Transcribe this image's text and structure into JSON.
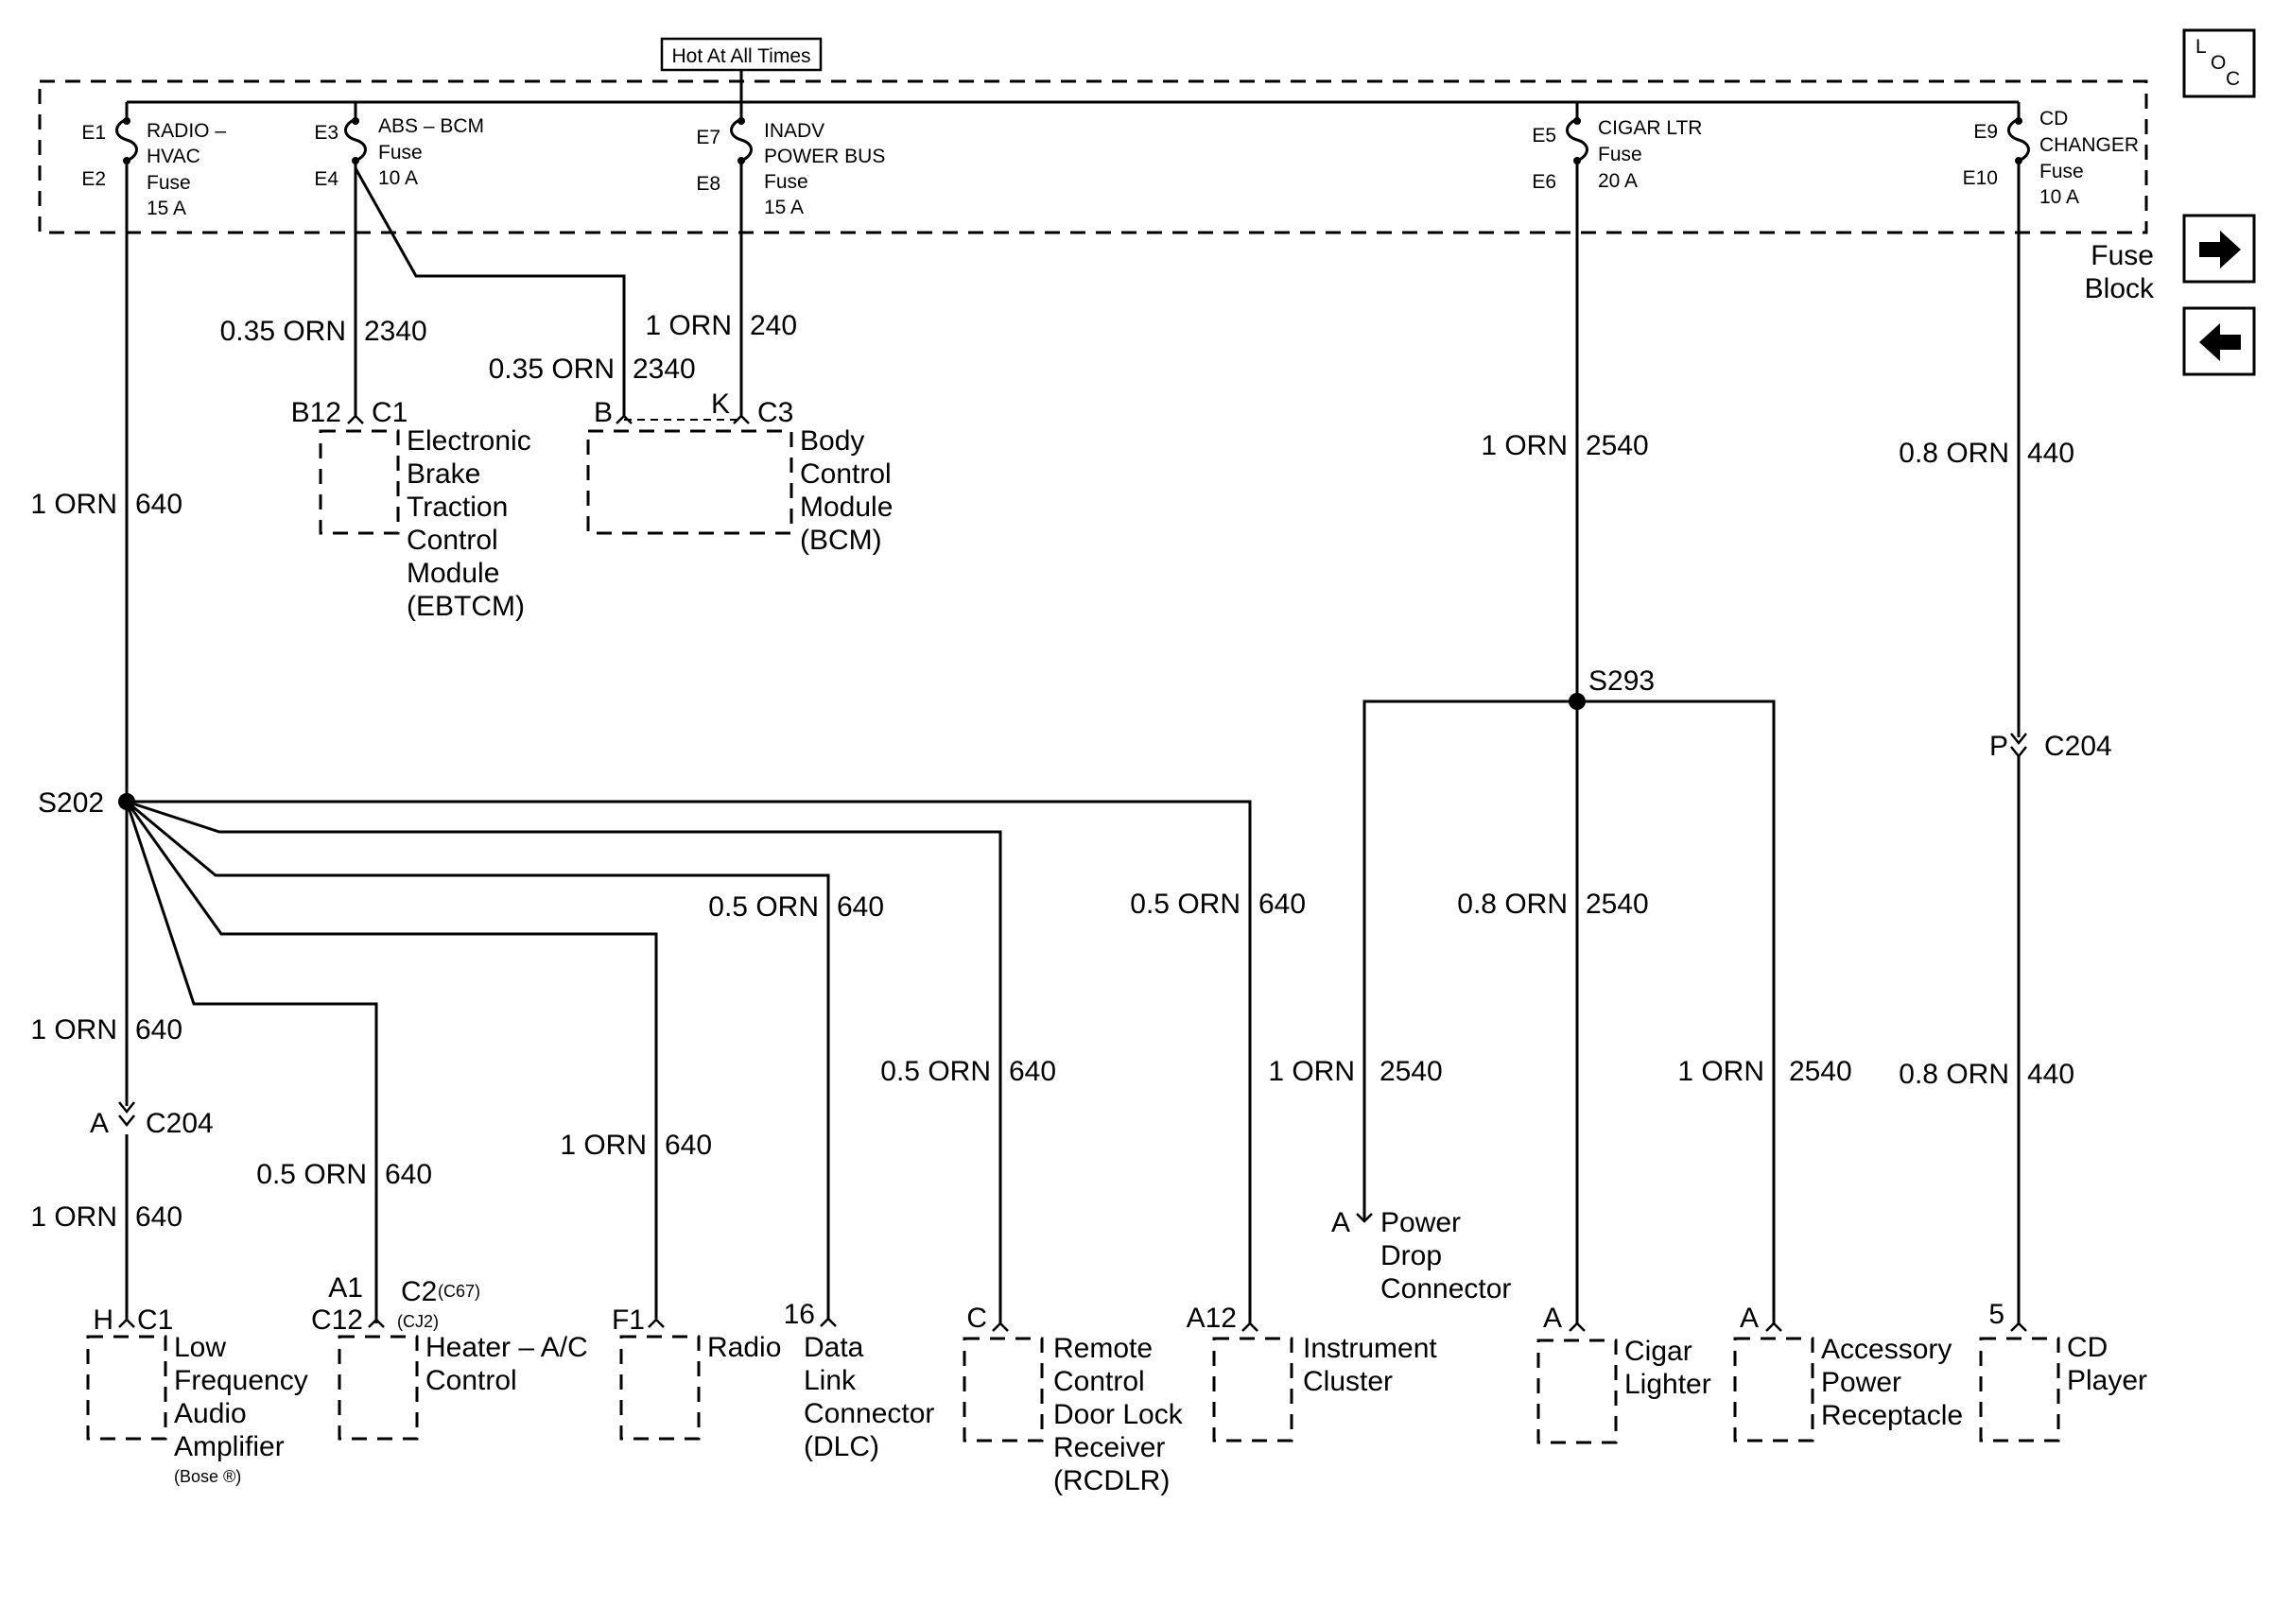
{
  "header": {
    "hot_label": "Hot At All Times"
  },
  "fuse_block": {
    "title_line1": "Fuse",
    "title_line2": "Block",
    "fuses": [
      {
        "in_pin": "E1",
        "out_pin": "E2",
        "name1": "RADIO –",
        "name2": "HVAC",
        "name3": "Fuse",
        "rating": "15 A"
      },
      {
        "in_pin": "E3",
        "out_pin": "E4",
        "name1": "ABS – BCM",
        "name2": "Fuse",
        "rating": "10 A"
      },
      {
        "in_pin": "E7",
        "out_pin": "E8",
        "name1": "INADV",
        "name2": "POWER BUS",
        "name3": "Fuse",
        "rating": "15 A"
      },
      {
        "in_pin": "E5",
        "out_pin": "E6",
        "name1": "CIGAR LTR",
        "name2": "Fuse",
        "rating": "20 A"
      },
      {
        "in_pin": "E9",
        "out_pin": "E10",
        "name1": "CD",
        "name2": "CHANGER",
        "name3": "Fuse",
        "rating": "10 A"
      }
    ]
  },
  "nav": {
    "loc_l": "L",
    "loc_o": "O",
    "loc_c": "C",
    "next_icon": "arrow-right",
    "prev_icon": "arrow-left"
  },
  "wires": {
    "w640_top": {
      "gauge": "1 ORN",
      "circuit": "640"
    },
    "w2340_a": {
      "gauge": "0.35 ORN",
      "circuit": "2340"
    },
    "w2340_b": {
      "gauge": "0.35 ORN",
      "circuit": "2340"
    },
    "w240": {
      "gauge": "1 ORN",
      "circuit": "240"
    },
    "w2540_top": {
      "gauge": "1 ORN",
      "circuit": "2540"
    },
    "w440_top": {
      "gauge": "0.8 ORN",
      "circuit": "440"
    },
    "w640_dlc": {
      "gauge": "0.5 ORN",
      "circuit": "640"
    },
    "w640_ic": {
      "gauge": "0.5 ORN",
      "circuit": "640"
    },
    "w2540_cig": {
      "gauge": "0.8 ORN",
      "circuit": "2540"
    },
    "w640_amp1": {
      "gauge": "1 ORN",
      "circuit": "640"
    },
    "w640_amp2": {
      "gauge": "1 ORN",
      "circuit": "640"
    },
    "w640_rcdlr": {
      "gauge": "0.5 ORN",
      "circuit": "640"
    },
    "w2540_pd": {
      "gauge": "1 ORN",
      "circuit": "2540"
    },
    "w2540_acc": {
      "gauge": "1 ORN",
      "circuit": "2540"
    },
    "w440_bot": {
      "gauge": "0.8 ORN",
      "circuit": "440"
    },
    "w640_hvac": {
      "gauge": "0.5 ORN",
      "circuit": "640"
    },
    "w640_radio": {
      "gauge": "1 ORN",
      "circuit": "640"
    }
  },
  "splices": {
    "s202": "S202",
    "s293": "S293"
  },
  "inline_connectors": {
    "c204_a": {
      "pin": "A",
      "name": "C204"
    },
    "c204_p": {
      "pin": "P",
      "name": "C204"
    }
  },
  "components": {
    "ebtcm": {
      "pin": "B12",
      "conn": "C1",
      "lines": [
        "Electronic",
        "Brake",
        "Traction",
        "Control",
        "Module",
        "(EBTCM)"
      ]
    },
    "bcm": {
      "pin_b": "B",
      "pin_k": "K",
      "conn": "C3",
      "lines": [
        "Body",
        "Control",
        "Module",
        "(BCM)"
      ]
    },
    "amp": {
      "pin": "H",
      "conn": "C1",
      "lines": [
        "Low",
        "Frequency",
        "Audio",
        "Amplifier"
      ],
      "note": "(Bose ®)"
    },
    "hvac": {
      "pin_a1": "A1",
      "pin_c12": "C12",
      "conn_c2": "C2",
      "opt1": "(C67)",
      "opt2": "(CJ2)",
      "lines": [
        "Heater – A/C",
        "Control"
      ]
    },
    "radio": {
      "pin": "F1",
      "lines": [
        "Radio"
      ]
    },
    "dlc": {
      "pin": "16",
      "lines": [
        "Data",
        "Link",
        "Connector",
        "(DLC)"
      ]
    },
    "rcdlr": {
      "pin": "C",
      "lines": [
        "Remote",
        "Control",
        "Door Lock",
        "Receiver",
        "(RCDLR)"
      ]
    },
    "ic": {
      "pin": "A12",
      "lines": [
        "Instrument",
        "Cluster"
      ]
    },
    "pdc": {
      "pin": "A",
      "lines": [
        "Power",
        "Drop",
        "Connector"
      ]
    },
    "cig": {
      "pin": "A",
      "lines": [
        "Cigar",
        "Lighter"
      ]
    },
    "acc": {
      "pin": "A",
      "lines": [
        "Accessory",
        "Power",
        "Receptacle"
      ]
    },
    "cd": {
      "pin": "5",
      "lines": [
        "CD",
        "Player"
      ]
    }
  }
}
